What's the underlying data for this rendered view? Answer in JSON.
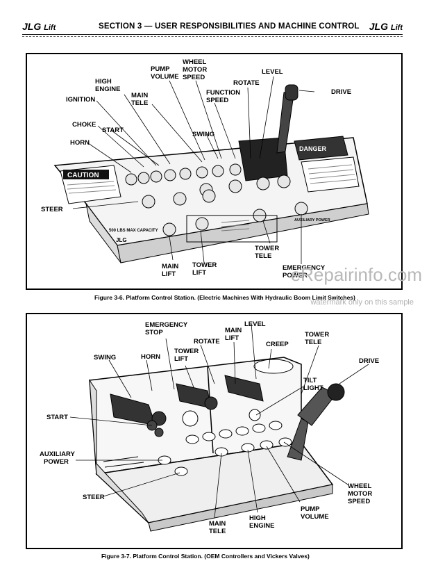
{
  "header": {
    "brand_left": "JLG",
    "brand_left_small": "Lift",
    "title": "SECTION 3 — USER RESPONSIBILITIES AND MACHINE CONTROL",
    "brand_right": "JLG",
    "brand_right_small": "Lift"
  },
  "figure1": {
    "caption": "Figure 3-6. Platform Control Station. (Electric Machines With Hydraulic Boom Limit Switches)",
    "labels": {
      "wheel_motor_speed": [
        "WHEEL",
        "MOTOR",
        "SPEED"
      ],
      "pump_volume": [
        "PUMP",
        "VOLUME"
      ],
      "level": "LEVEL",
      "high_engine": [
        "HIGH",
        "ENGINE"
      ],
      "rotate": "ROTATE",
      "drive": "DRIVE",
      "ignition": "IGNITION",
      "main_tele": [
        "MAIN",
        "TELE"
      ],
      "function_speed": [
        "FUNCTION",
        "SPEED"
      ],
      "choke": "CHOKE",
      "start": "START",
      "swing": "SWING",
      "horn": "HORN",
      "steer": "STEER",
      "tower_tele": [
        "TOWER",
        "TELE"
      ],
      "main_lift": [
        "MAIN",
        "LIFT"
      ],
      "tower_lift": [
        "TOWER",
        "LIFT"
      ],
      "emergency_power": [
        "EMERGENCY",
        "POWER"
      ]
    },
    "panel_text": {
      "caution": "CAUTION",
      "danger": "DANGER",
      "capacity": "500 LBS MAX CAPACITY",
      "jlg": "JLG",
      "auxiliary_power": "AUXILIARY POWER"
    }
  },
  "figure2": {
    "caption": "Figure 3-7. Platform Control Station. (OEM Controllers and Vickers Valves)",
    "labels": {
      "emergency_stop": [
        "EMERGENCY",
        "STOP"
      ],
      "level": "LEVEL",
      "main_lift": [
        "MAIN",
        "LIFT"
      ],
      "tower_tele": [
        "TOWER",
        "TELE"
      ],
      "swing": "SWING",
      "horn": "HORN",
      "tower_lift": [
        "TOWER",
        "LIFT"
      ],
      "rotate": "ROTATE",
      "creep": "CREEP",
      "drive": "DRIVE",
      "tilt_light": [
        "TILT",
        "LIGHT"
      ],
      "start": "START",
      "auxiliary_power": [
        "AUXILIARY",
        "POWER"
      ],
      "steer": "STEER",
      "wheel_motor_speed": [
        "WHEEL",
        "MOTOR",
        "SPEED"
      ],
      "pump_volume": [
        "PUMP",
        "VOLUME"
      ],
      "high_engine": [
        "HIGH",
        "ENGINE"
      ],
      "main_tele": [
        "MAIN",
        "TELE"
      ]
    }
  },
  "watermark": {
    "site": "eRepairinfo.com",
    "note": "watermark only on this sample"
  }
}
